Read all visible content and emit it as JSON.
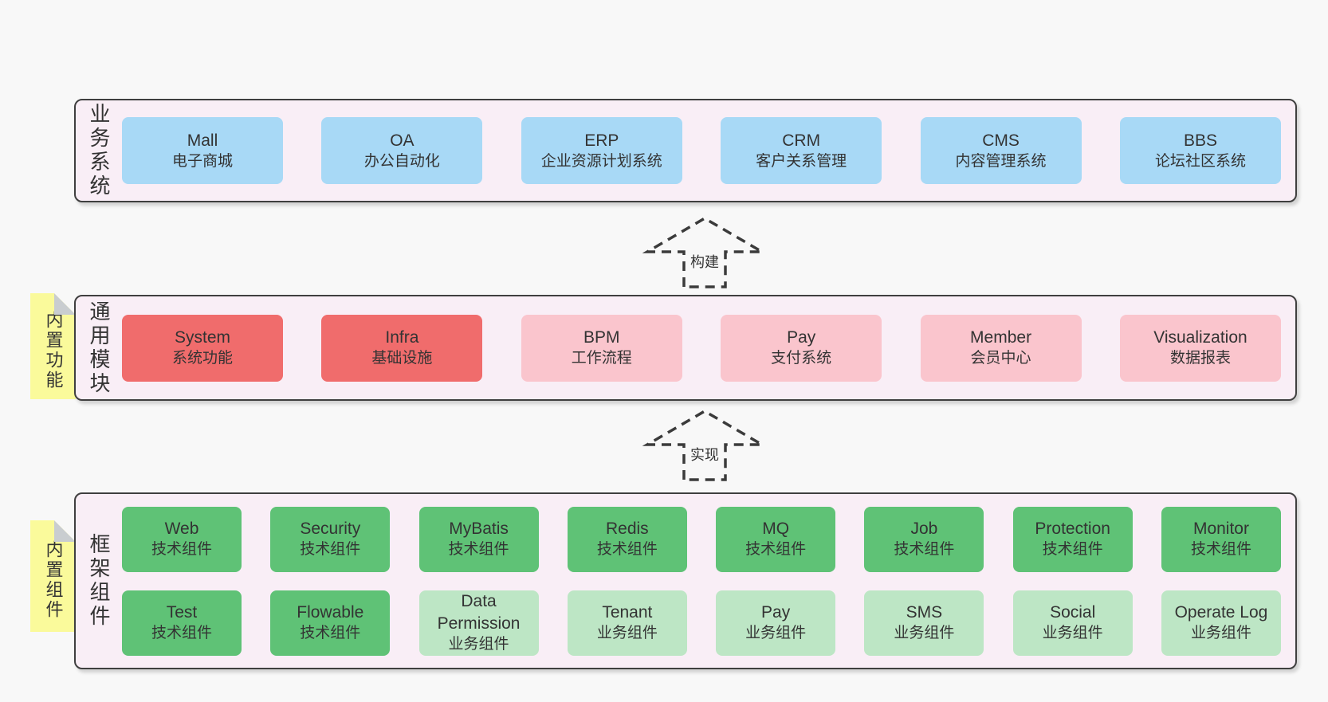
{
  "colors": {
    "page_bg": "#f8f8f8",
    "band_bg": "#f9eef6",
    "band_border": "#3f3f3f",
    "blue_box": "#a8d9f6",
    "red_box": "#f06c6c",
    "pink_box": "#fac5cd",
    "green_box": "#5fc276",
    "green_light_box": "#bde6c5",
    "sticky_yellow": "#fafa9b",
    "sticky_fold_gray": "#c9cdd0",
    "text": "#333333"
  },
  "arrows": [
    {
      "label": "构建"
    },
    {
      "label": "实现"
    }
  ],
  "bands": [
    {
      "label": "业务系统",
      "boxes": [
        {
          "name": "Mall",
          "subtitle": "电子商城",
          "variant": "blue"
        },
        {
          "name": "OA",
          "subtitle": "办公自动化",
          "variant": "blue"
        },
        {
          "name": "ERP",
          "subtitle": "企业资源计划系统",
          "variant": "blue"
        },
        {
          "name": "CRM",
          "subtitle": "客户关系管理",
          "variant": "blue"
        },
        {
          "name": "CMS",
          "subtitle": "内容管理系统",
          "variant": "blue"
        },
        {
          "name": "BBS",
          "subtitle": "论坛社区系统",
          "variant": "blue"
        }
      ]
    },
    {
      "label": "通用模块",
      "sticky": "内置功能",
      "boxes": [
        {
          "name": "System",
          "subtitle": "系统功能",
          "variant": "red"
        },
        {
          "name": "Infra",
          "subtitle": "基础设施",
          "variant": "red"
        },
        {
          "name": "BPM",
          "subtitle": "工作流程",
          "variant": "pink"
        },
        {
          "name": "Pay",
          "subtitle": "支付系统",
          "variant": "pink"
        },
        {
          "name": "Member",
          "subtitle": "会员中心",
          "variant": "pink"
        },
        {
          "name": "Visualization",
          "subtitle": "数据报表",
          "variant": "pink"
        }
      ]
    },
    {
      "label": "框架组件",
      "sticky": "内置组件",
      "rows": [
        [
          {
            "name": "Web",
            "subtitle": "技术组件",
            "variant": "green"
          },
          {
            "name": "Security",
            "subtitle": "技术组件",
            "variant": "green"
          },
          {
            "name": "MyBatis",
            "subtitle": "技术组件",
            "variant": "green"
          },
          {
            "name": "Redis",
            "subtitle": "技术组件",
            "variant": "green"
          },
          {
            "name": "MQ",
            "subtitle": "技术组件",
            "variant": "green"
          },
          {
            "name": "Job",
            "subtitle": "技术组件",
            "variant": "green"
          },
          {
            "name": "Protection",
            "subtitle": "技术组件",
            "variant": "green"
          },
          {
            "name": "Monitor",
            "subtitle": "技术组件",
            "variant": "green"
          }
        ],
        [
          {
            "name": "Test",
            "subtitle": "技术组件",
            "variant": "green"
          },
          {
            "name": "Flowable",
            "subtitle": "技术组件",
            "variant": "green"
          },
          {
            "name": "Data Permission",
            "subtitle": "业务组件",
            "variant": "green-light"
          },
          {
            "name": "Tenant",
            "subtitle": "业务组件",
            "variant": "green-light"
          },
          {
            "name": "Pay",
            "subtitle": "业务组件",
            "variant": "green-light"
          },
          {
            "name": "SMS",
            "subtitle": "业务组件",
            "variant": "green-light"
          },
          {
            "name": "Social",
            "subtitle": "业务组件",
            "variant": "green-light"
          },
          {
            "name": "Operate Log",
            "subtitle": "业务组件",
            "variant": "green-light"
          }
        ]
      ]
    }
  ]
}
